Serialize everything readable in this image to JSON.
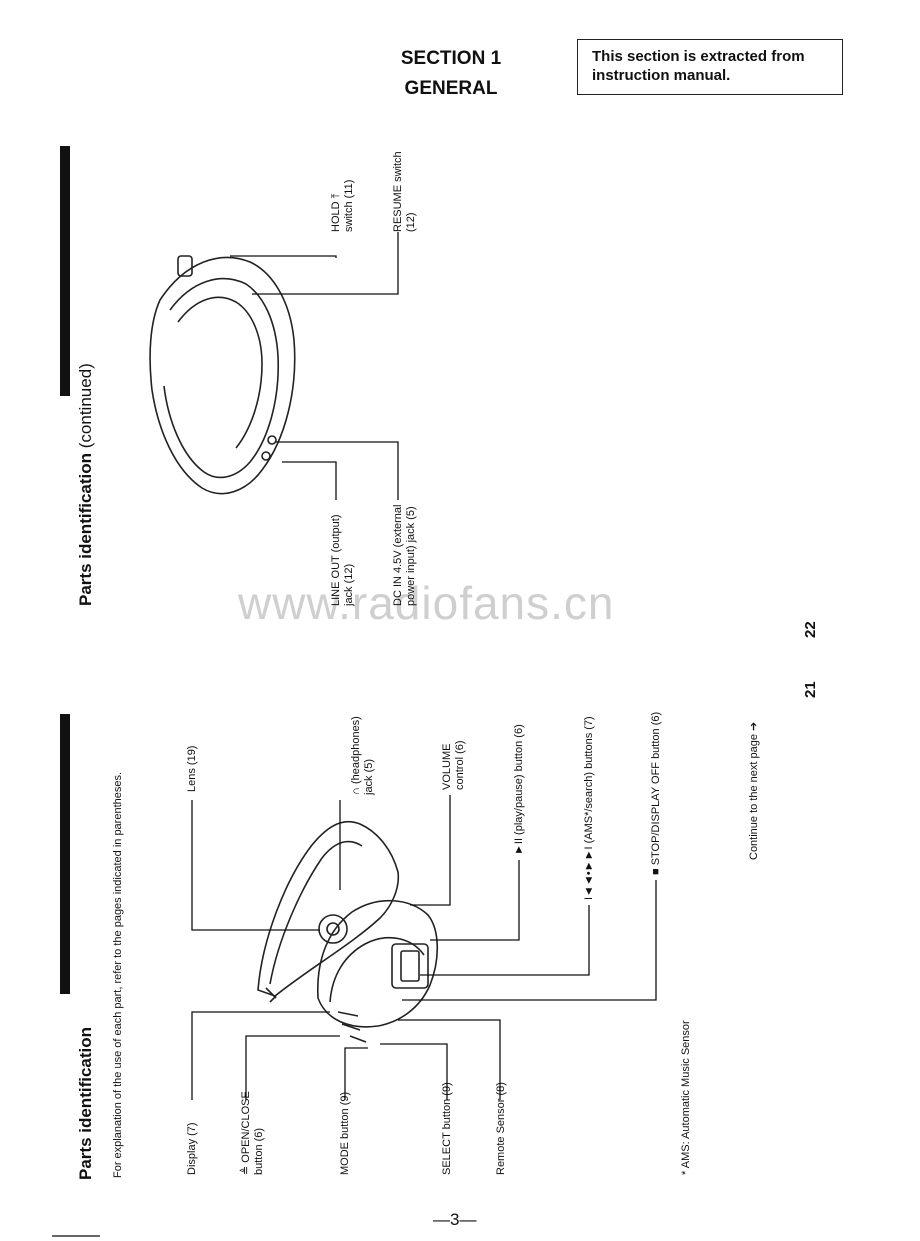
{
  "header": {
    "section": "SECTION 1",
    "general": "GENERAL",
    "note": "This section is extracted from instruction manual."
  },
  "left": {
    "title": "Parts identification",
    "intro": "For explanation of the use of each part, refer to the pages indicated in parentheses.",
    "labels": {
      "display": "Display (7)",
      "open_close_1": "≜ OPEN/CLOSE",
      "open_close_2": "button (6)",
      "mode": "MODE button (9)",
      "select": "SELECT button (9)",
      "remote": "Remote Sensor (8)",
      "lens": "Lens (19)",
      "headphones_1": "∩ (headphones)",
      "headphones_2": "jack (5)",
      "volume_1": "VOLUME",
      "volume_2": "control (6)",
      "play": "►II (play/pause) button (6)",
      "ams": "I◄◄•►►I (AMS*/search) buttons (7)",
      "stop": "■ STOP/DISPLAY OFF button (6)"
    },
    "footnote": "* AMS: Automatic Music Sensor",
    "continue": "Continue to the next page ➔"
  },
  "right": {
    "title": "Parts identification",
    "title_cont": "(continued)",
    "labels": {
      "hold_1": "HOLD ⤒",
      "hold_2": "switch (11)",
      "resume_1": "RESUME switch",
      "resume_2": "(12)",
      "lineout_1": "LINE OUT (output)",
      "lineout_2": "jack (12)",
      "dcin_1": "DC IN 4.5V (external",
      "dcin_2": "power input) jack (5)"
    }
  },
  "watermark": "www.radiofans.cn",
  "page_numbers": {
    "left": "21",
    "right": "22",
    "bottom": "—3—"
  }
}
